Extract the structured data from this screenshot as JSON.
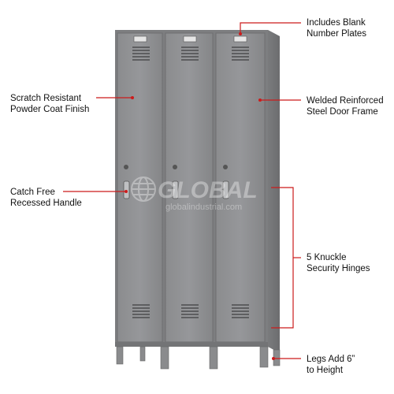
{
  "labels": {
    "scratch": [
      "Scratch Resistant",
      "Powder Coat Finish"
    ],
    "catch": [
      "Catch Free",
      "Recessed Handle"
    ],
    "plates": [
      "Includes Blank",
      "Number Plates"
    ],
    "welded": [
      "Welded Reinforced",
      "Steel Door Frame"
    ],
    "hinges": [
      "5 Knuckle",
      "Security Hinges"
    ],
    "legs": [
      "Legs Add 6”",
      "to Height"
    ]
  },
  "watermark": {
    "brand": "GLOBAL",
    "site": "globalindustrial.com"
  },
  "colors": {
    "callout_line": "#cc1b1b",
    "locker_body": "#8e8f91",
    "label_text": "#111111"
  },
  "icons": {
    "watermark_logo": "globe-icon"
  }
}
